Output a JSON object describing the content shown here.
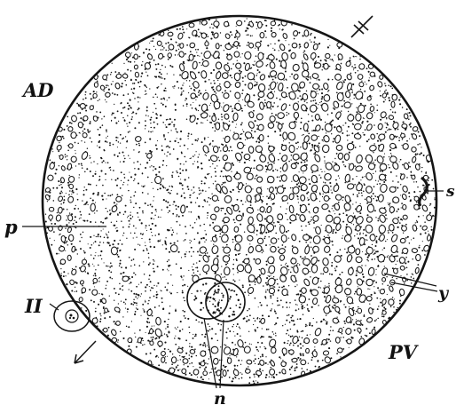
{
  "figure": {
    "labels": {
      "animal_dorsal": "AD",
      "posterior_ventral": "PV",
      "pronucleus": "p",
      "spermatozoon": "s",
      "yolk": "y",
      "nuclei": "n",
      "polar_body": "II"
    },
    "colors": {
      "ink": "#151515",
      "background": "#ffffff"
    }
  }
}
